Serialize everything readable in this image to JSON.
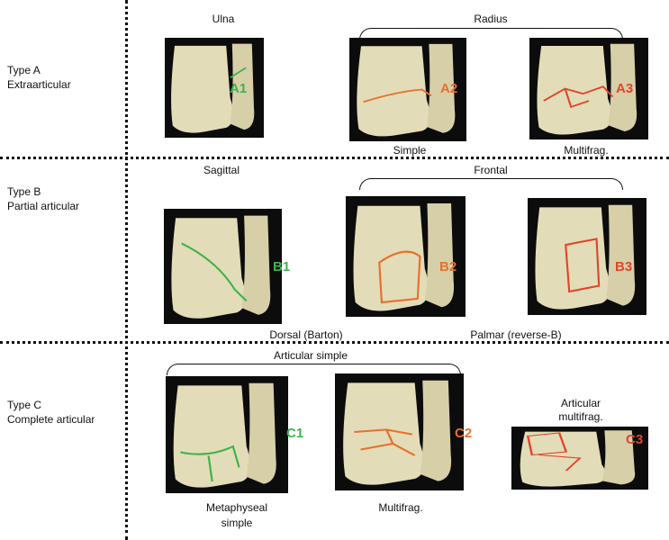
{
  "rows": [
    {
      "type": "Type A",
      "desc": "Extraarticular"
    },
    {
      "type": "Type B",
      "desc": "Partial articular"
    },
    {
      "type": "Type C",
      "desc": "Complete articular"
    }
  ],
  "headers": {
    "ulna": "Ulna",
    "radius": "Radius",
    "sagittal": "Sagittal",
    "frontal": "Frontal",
    "articular_simple": "Articular simple",
    "articular_multifrag_1": "Articular",
    "articular_multifrag_2": "multifrag."
  },
  "captions": {
    "a2": "Simple",
    "a3": "Multifrag.",
    "b1": "Dorsal (Barton)",
    "b3": "Palmar (reverse-B)",
    "c1_1": "Metaphyseal",
    "c1_2": "simple",
    "c2": "Multifrag."
  },
  "panels": [
    {
      "id": "A1",
      "label": "A1",
      "color": "#3cb44a"
    },
    {
      "id": "A2",
      "label": "A2",
      "color": "#e8702a"
    },
    {
      "id": "A3",
      "label": "A3",
      "color": "#e0452a"
    },
    {
      "id": "B1",
      "label": "B1",
      "color": "#3cb44a"
    },
    {
      "id": "B2",
      "label": "B2",
      "color": "#e8702a"
    },
    {
      "id": "B3",
      "label": "B3",
      "color": "#e0452a"
    },
    {
      "id": "C1",
      "label": "C1",
      "color": "#3cb44a"
    },
    {
      "id": "C2",
      "label": "C2",
      "color": "#e8702a"
    },
    {
      "id": "C3",
      "label": "C3",
      "color": "#e0452a"
    }
  ]
}
